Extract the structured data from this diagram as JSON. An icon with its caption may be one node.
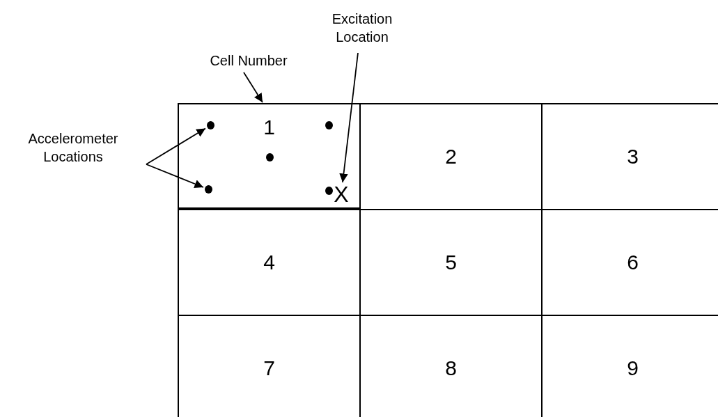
{
  "diagram": {
    "nodes": [
      {
        "text": [
          "Cell Number"
        ]
      },
      {
        "text": [
          "Excitation Location"
        ]
      },
      {
        "text": [
          "Accelerometer Locations"
        ]
      },
      {
        "text": [
          "1"
        ]
      },
      {
        "text": [],
        "shape": "circle",
        "in": 3
      },
      {
        "text": [],
        "shape": "circle",
        "in": 3
      },
      {
        "text": [],
        "shape": "circle",
        "in": 3
      },
      {
        "text": [],
        "shape": "circle",
        "in": 3
      },
      {
        "text": [],
        "shape": "circle",
        "in": 3
      },
      {
        "text": [
          "X"
        ],
        "in": 3
      },
      {
        "text": [
          "2"
        ]
      },
      {
        "text": [
          "3"
        ]
      },
      {
        "text": [
          "4"
        ]
      },
      {
        "text": [
          "5"
        ]
      },
      {
        "text": [
          "6"
        ]
      },
      {
        "text": [
          "7"
        ]
      },
      {
        "text": [
          "8"
        ]
      },
      {
        "text": [
          "9"
        ]
      }
    ],
    "edges": [
      {
        "from": 0,
        "to": 3,
        "arrow": "to"
      },
      {
        "from": 1,
        "to": 9,
        "arrow": "to"
      },
      {
        "from": 2,
        "to": 4,
        "arrow": "to"
      },
      {
        "from": 2,
        "to": 7,
        "arrow": "to"
      }
    ]
  }
}
